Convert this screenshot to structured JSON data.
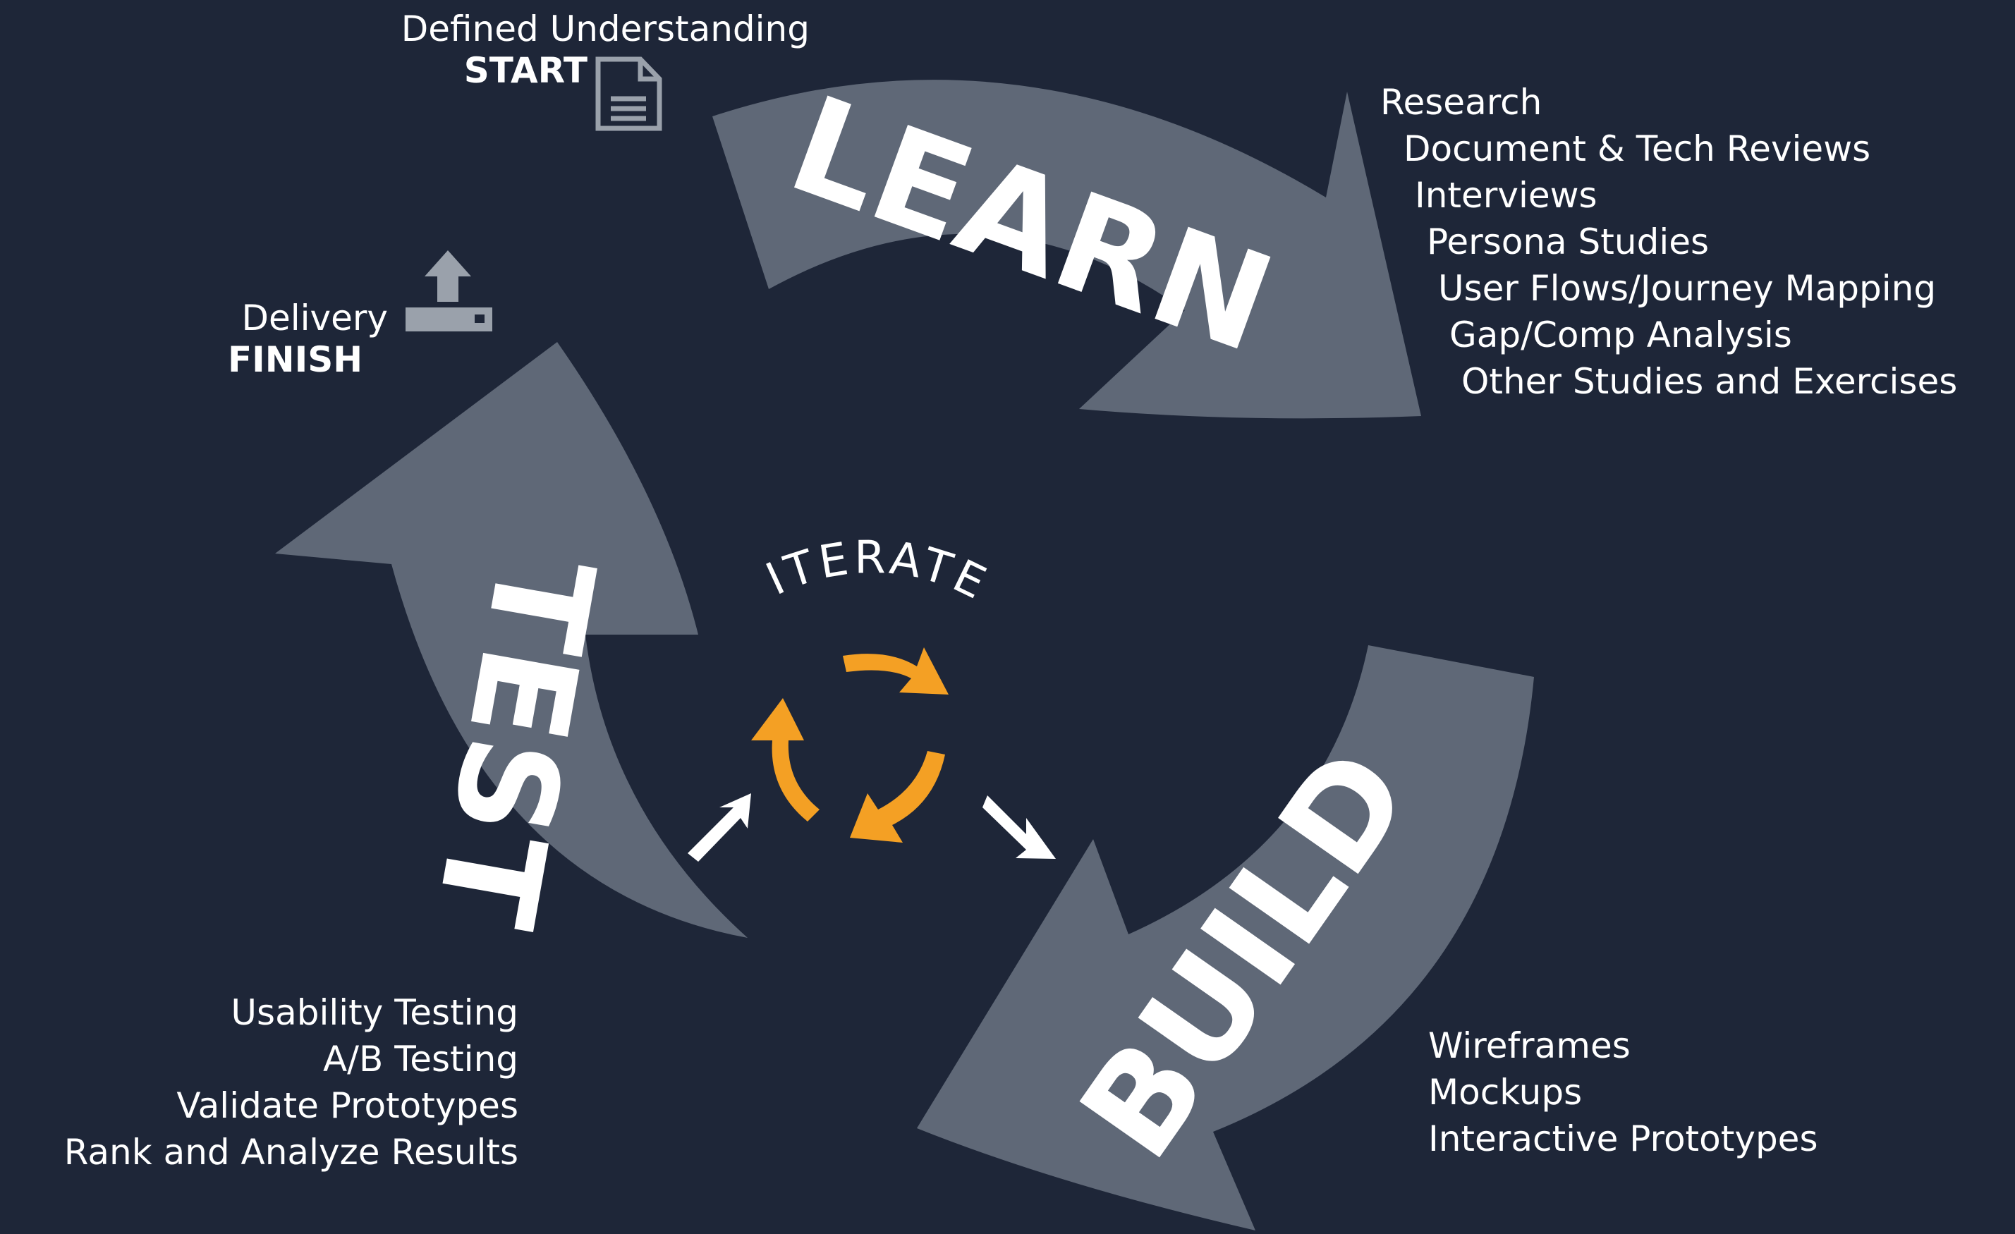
{
  "colors": {
    "background": "#1e2638",
    "arrow_gray": "#5f6877",
    "icon_gray": "#9aa1ab",
    "iterate_orange": "#f4a024",
    "text": "#ffffff"
  },
  "start": {
    "caption": "Defined Understanding",
    "label": "START",
    "icon": "document-icon"
  },
  "finish": {
    "caption": "Delivery",
    "label": "FINISH",
    "icon": "upload-tray-icon"
  },
  "stages": {
    "learn": {
      "title": "LEARN",
      "items": [
        "Research",
        "Document & Tech Reviews",
        "Interviews",
        "Persona Studies",
        "User Flows/Journey Mapping",
        "Gap/Comp Analysis",
        "Other Studies and Exercises"
      ]
    },
    "build": {
      "title": "BUILD",
      "items": [
        "Wireframes",
        "Mockups",
        "Interactive Prototypes"
      ]
    },
    "test": {
      "title": "TEST",
      "items": [
        "Usability Testing",
        "A/B Testing",
        "Validate Prototypes",
        "Rank and Analyze Results"
      ]
    }
  },
  "iterate": {
    "label": "ITERATE"
  }
}
